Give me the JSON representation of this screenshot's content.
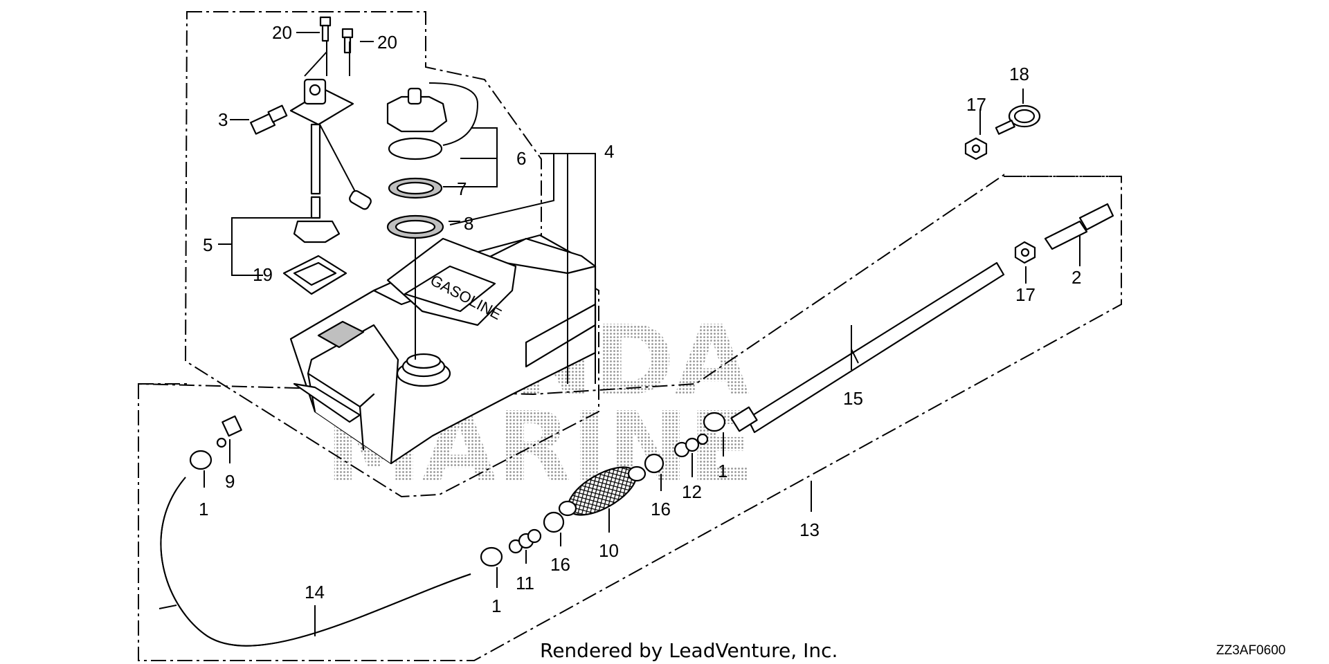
{
  "callouts": {
    "c1a": "1",
    "c1b": "1",
    "c1c": "1",
    "c2": "2",
    "c3": "3",
    "c4": "4",
    "c5": "5",
    "c6": "6",
    "c7": "7",
    "c8": "8",
    "c9": "9",
    "c10": "10",
    "c11": "11",
    "c12": "12",
    "c13": "13",
    "c14": "14",
    "c15": "15",
    "c16a": "16",
    "c16b": "16",
    "c17a": "17",
    "c17b": "17",
    "c18": "18",
    "c19": "19",
    "c20a": "20",
    "c20b": "20"
  },
  "tank_label": "GASOLINE",
  "watermark": [
    "HONDA",
    "MARINE"
  ],
  "footer": {
    "credit": "Rendered by LeadVenture, Inc.",
    "code": "ZZ3AF0600"
  }
}
